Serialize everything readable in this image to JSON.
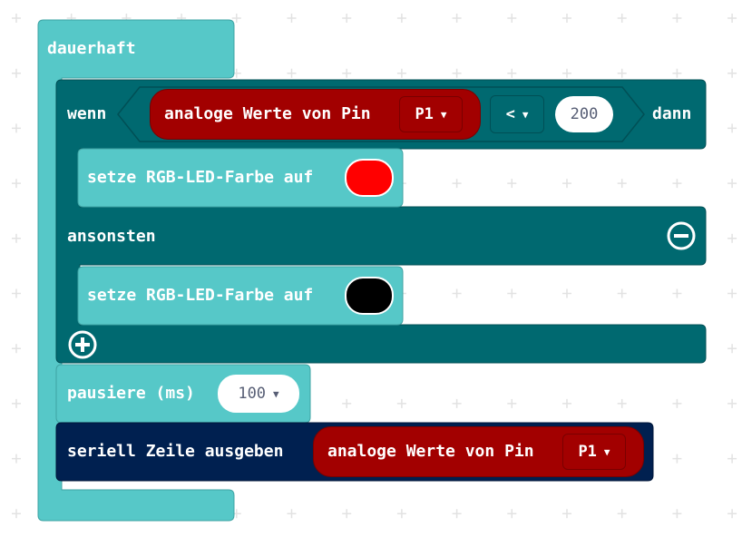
{
  "forever": {
    "label": "dauerhaft"
  },
  "if_block": {
    "if_label": "wenn",
    "then_label": "dann",
    "else_label": "ansonsten",
    "condition": {
      "left": {
        "label": "analoge Werte von Pin",
        "pin": "P1"
      },
      "operator": "<",
      "right": "200"
    },
    "then_action": {
      "label": "setze RGB-LED-Farbe auf",
      "color": "#ff0000"
    },
    "else_action": {
      "label": "setze RGB-LED-Farbe auf",
      "color": "#000000"
    },
    "remove_icon": "minus-circle-icon",
    "add_icon": "plus-circle-icon"
  },
  "pause": {
    "label": "pausiere (ms)",
    "value": "100"
  },
  "serial": {
    "label": "seriell Zeile ausgeben",
    "reporter": {
      "label": "analoge Werte von Pin",
      "pin": "P1"
    }
  },
  "colors": {
    "loops": "#56c8c8",
    "logic": "#006970",
    "pins": "#a20000",
    "serial": "#002050",
    "background": "#ffffff",
    "grid": "#e2e2e2"
  }
}
